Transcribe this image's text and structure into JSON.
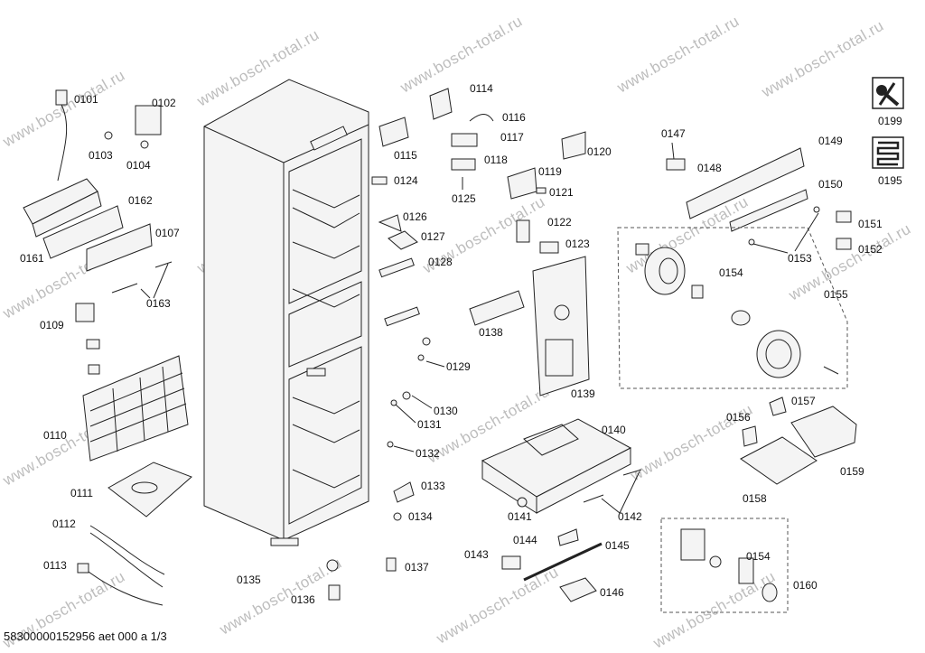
{
  "watermark": "www.bosch-total.ru",
  "footer": "58300000152956 aet 000 a 1/3",
  "labels": {
    "p0101": "0101",
    "p0102": "0102",
    "p0103": "0103",
    "p0104": "0104",
    "p0107": "0107",
    "p0109": "0109",
    "p0110": "0110",
    "p0111": "0111",
    "p0112": "0112",
    "p0113": "0113",
    "p0114": "0114",
    "p0115": "0115",
    "p0116": "0116",
    "p0117": "0117",
    "p0118": "0118",
    "p0119": "0119",
    "p0120": "0120",
    "p0121": "0121",
    "p0122": "0122",
    "p0123": "0123",
    "p0124": "0124",
    "p0125": "0125",
    "p0126": "0126",
    "p0127": "0127",
    "p0128": "0128",
    "p0129": "0129",
    "p0130": "0130",
    "p0131": "0131",
    "p0132": "0132",
    "p0133": "0133",
    "p0134": "0134",
    "p0135": "0135",
    "p0136": "0136",
    "p0137": "0137",
    "p0138": "0138",
    "p0139": "0139",
    "p0140": "0140",
    "p0141": "0141",
    "p0142": "0142",
    "p0143": "0143",
    "p0144": "0144",
    "p0145": "0145",
    "p0146": "0146",
    "p0147": "0147",
    "p0148": "0148",
    "p0149": "0149",
    "p0150": "0150",
    "p0151": "0151",
    "p0152": "0152",
    "p0153": "0153",
    "p0154a": "0154",
    "p0154b": "0154",
    "p0155": "0155",
    "p0156": "0156",
    "p0157": "0157",
    "p0158": "0158",
    "p0159": "0159",
    "p0160": "0160",
    "p0161": "0161",
    "p0162": "0162",
    "p0163": "0163",
    "p0195": "0195",
    "p0199": "0199"
  },
  "icons": [
    "tools-icon",
    "heating-coil-icon"
  ]
}
